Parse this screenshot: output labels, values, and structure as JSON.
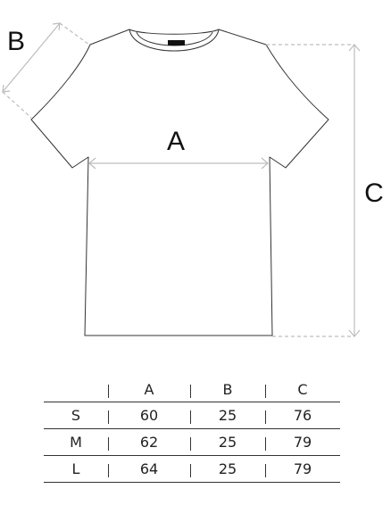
{
  "diagram": {
    "labels": {
      "a": "A",
      "b": "B",
      "c": "C"
    },
    "colors": {
      "outline": "#333333",
      "dimension": "#bdbdbd",
      "tag": "#111111"
    }
  },
  "size_table": {
    "headers": [
      "",
      "A",
      "B",
      "C"
    ],
    "rows": [
      [
        "S",
        "60",
        "25",
        "76"
      ],
      [
        "M",
        "62",
        "25",
        "79"
      ],
      [
        "L",
        "64",
        "25",
        "79"
      ]
    ]
  }
}
